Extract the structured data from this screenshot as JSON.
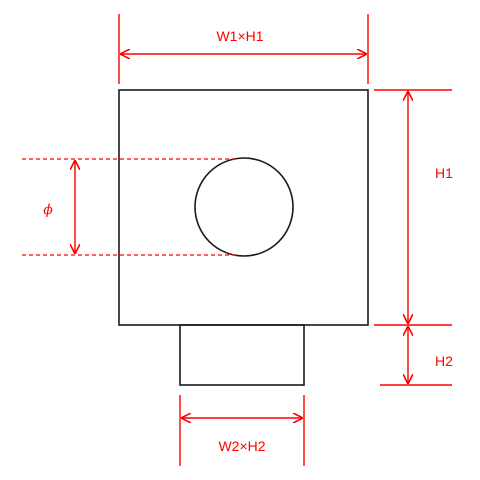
{
  "colors": {
    "outline": "#1a1a1a",
    "dimension": "#ff0000",
    "background": "#ffffff"
  },
  "labels": {
    "top_width": "W1×H1",
    "diameter": "ϕ",
    "right_h1": "H1",
    "right_h2": "H2",
    "bottom_width": "W2×H2"
  }
}
